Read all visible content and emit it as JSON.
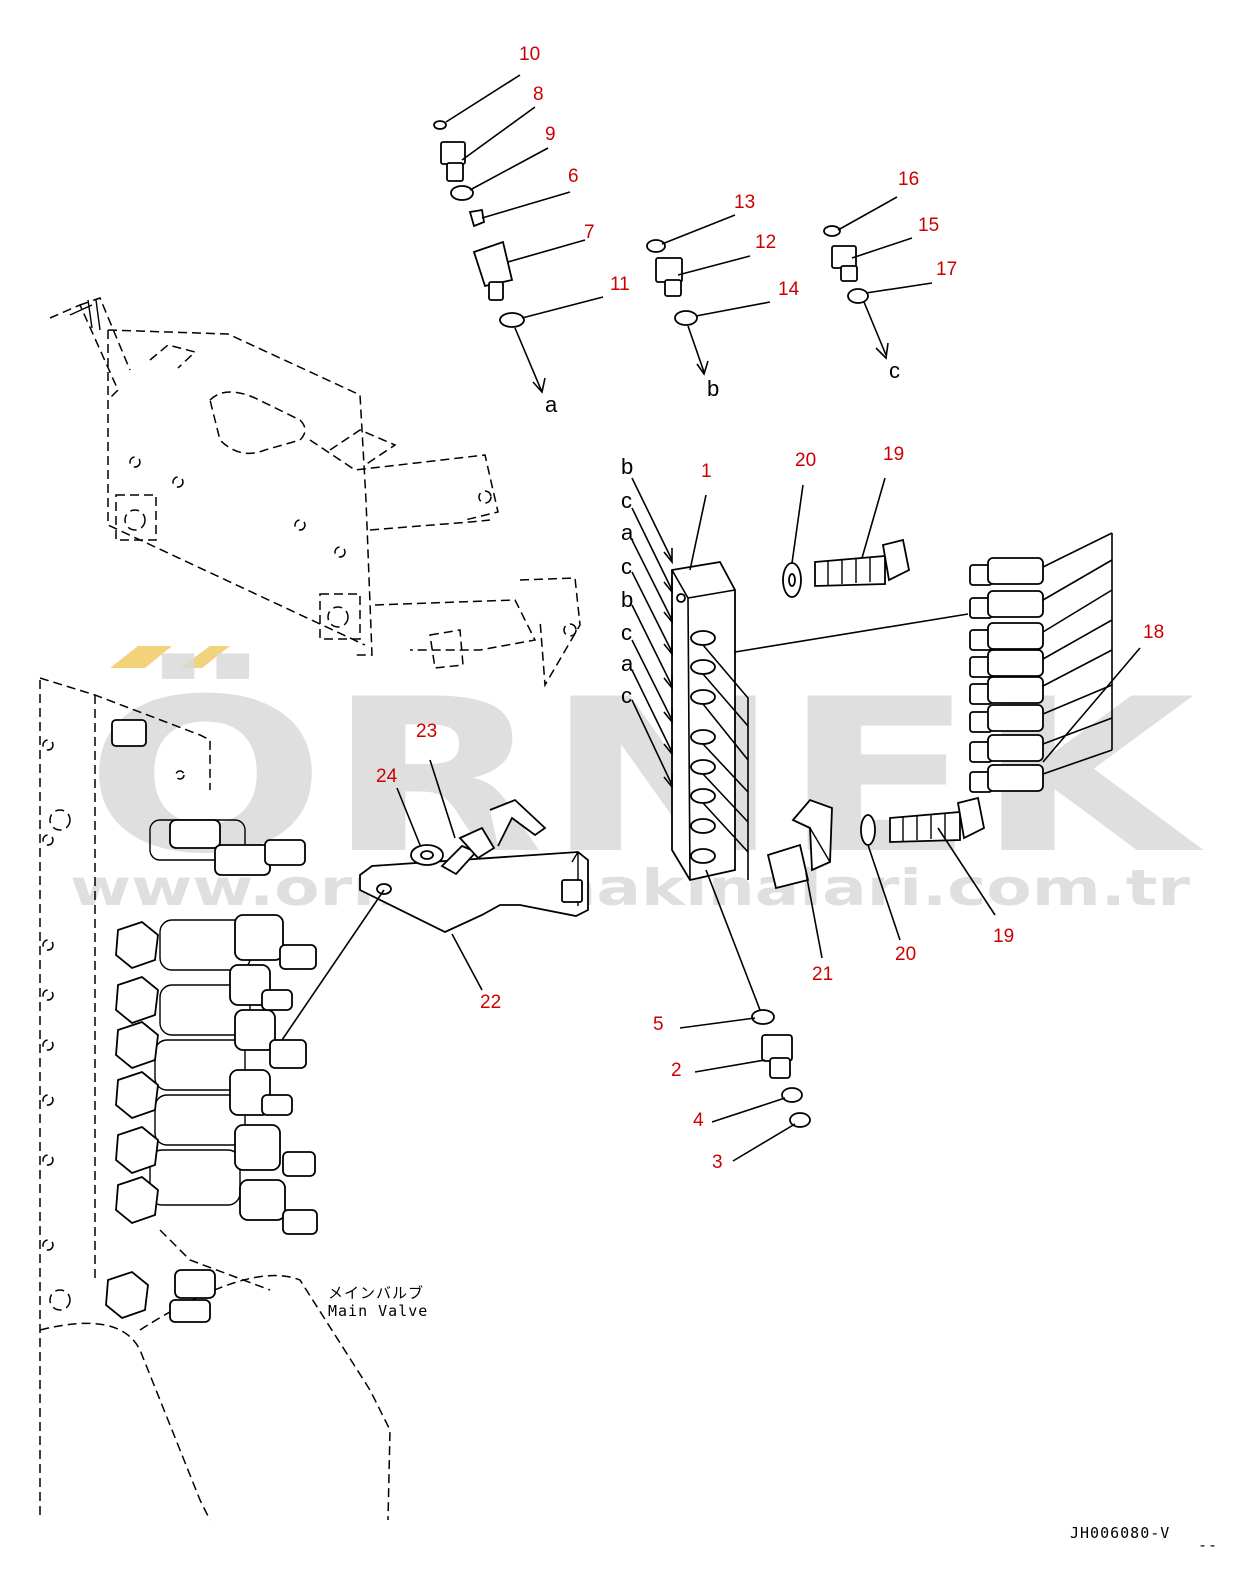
{
  "watermark": {
    "brand": "ÖRNEK",
    "url": "www.orneksmakinalari.com.tr",
    "accent_color": "#f2d27a",
    "text_color": "#d9d9db"
  },
  "drawing": {
    "code": "JH006080-V",
    "corner_mark": "--",
    "main_valve_jp": "メインバルブ",
    "main_valve_en": "Main Valve"
  },
  "callouts": [
    "1",
    "2",
    "3",
    "4",
    "5",
    "6",
    "7",
    "8",
    "9",
    "10",
    "11",
    "12",
    "13",
    "14",
    "15",
    "16",
    "17",
    "18",
    "19",
    "19",
    "20",
    "20",
    "21",
    "22",
    "23",
    "24"
  ],
  "letters": {
    "a": "a",
    "b": "b",
    "c": "c"
  },
  "colors": {
    "callout": "#cc0000",
    "line": "#000000"
  }
}
